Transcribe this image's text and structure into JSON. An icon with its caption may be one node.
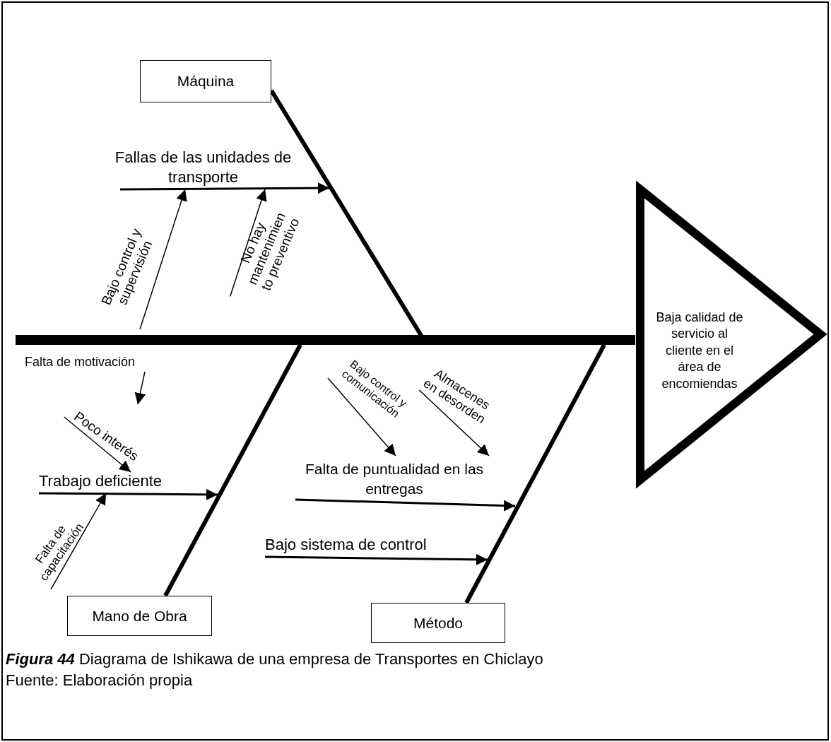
{
  "diagram": {
    "caption": "**Figura 44** Diagrama de Ishikawa de una empresa de Transportes en Chiclayo",
    "nodes": [
      {
        "text": [
          "Máquina"
        ]
      },
      {
        "text": [
          "Fallas de las unidades de transporte"
        ]
      },
      {
        "text": [
          "Bajo control y supervisión"
        ]
      },
      {
        "text": [
          "No hay mantenimien to preventivo"
        ]
      },
      {
        "text": [
          "Baja calidad de servicio al cliente en el área de encomiendas"
        ]
      },
      {
        "text": [
          "Falta de motivación"
        ]
      },
      {
        "text": [
          "Poco interés"
        ]
      },
      {
        "text": [
          "Bajo control y comunicación"
        ]
      },
      {
        "text": [
          "Almacenes en desorden"
        ]
      },
      {
        "text": [
          "Trabajo deficiente"
        ]
      },
      {
        "text": [
          "Falta de puntualidad en las entregas"
        ]
      },
      {
        "text": [
          "Falta de capacitación"
        ]
      },
      {
        "text": [
          "Bajo sistema de control"
        ]
      },
      {
        "text": [
          "Mano de Obra"
        ]
      },
      {
        "text": [
          "Método"
        ]
      }
    ],
    "edges": [
      {
        "from": null,
        "to": 4,
        "arrow": "none",
        "style": "thick"
      },
      {
        "from": 0,
        "to": null,
        "arrow": "none",
        "style": "thick"
      },
      {
        "from": 13,
        "to": null,
        "arrow": "none",
        "style": "thick"
      },
      {
        "from": 14,
        "to": null,
        "arrow": "none",
        "style": "thick"
      },
      {
        "from": 1,
        "to": null,
        "arrow": "to"
      },
      {
        "from": 2,
        "to": 1,
        "arrow": "to"
      },
      {
        "from": 3,
        "to": 1,
        "arrow": "to"
      },
      {
        "from": 5,
        "to": 6,
        "arrow": "to"
      },
      {
        "from": 6,
        "to": 9,
        "arrow": "to"
      },
      {
        "from": 9,
        "to": null,
        "arrow": "to"
      },
      {
        "from": 11,
        "to": 9,
        "arrow": "to"
      },
      {
        "from": 7,
        "to": 10,
        "arrow": "to"
      },
      {
        "from": 8,
        "to": 10,
        "arrow": "to"
      },
      {
        "from": 10,
        "to": null,
        "arrow": "to"
      },
      {
        "from": 12,
        "to": null,
        "arrow": "to"
      }
    ],
    "labels": [
      "Fuente: Elaboración propia"
    ]
  }
}
